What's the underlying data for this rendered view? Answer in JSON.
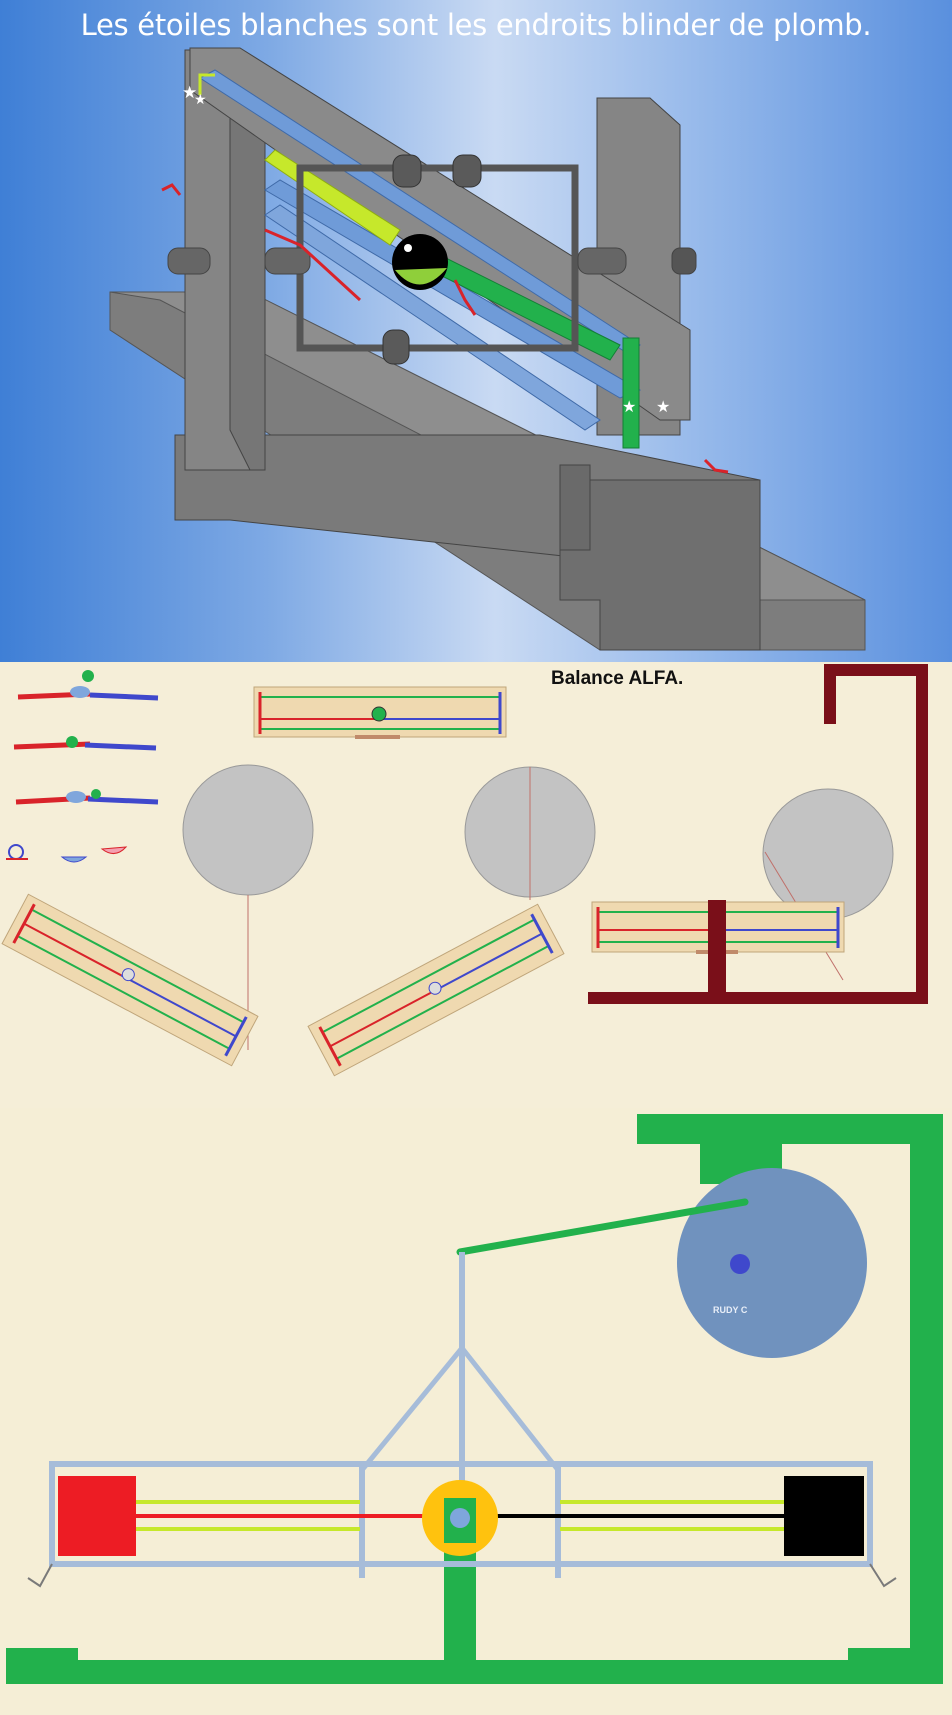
{
  "panels": {
    "isometric_view": {
      "caption": "Les étoiles blanches sont les endroits blinder de plomb.",
      "colors": {
        "structure": "#7a7a7a",
        "rail_blue": "#6f9bd8",
        "rail_yellow": "#c6e82b",
        "arm_green": "#22b14c",
        "wire_red": "#d9232a",
        "ball": "#000000"
      }
    },
    "schematic_view": {
      "caption": "Balance ALFA.",
      "colors": {
        "disc": "#c3c3c3",
        "frame": "#7a0f19",
        "tray": "#efd9b0"
      }
    },
    "front_view": {
      "signature": "RUDY C",
      "colors": {
        "frame": "#22b14c",
        "disc": "#7092be",
        "bar": "#a6bcd9",
        "weight_red": "#ed1c24",
        "weight_black": "#000000",
        "pivot": "#ffc20e"
      }
    }
  }
}
